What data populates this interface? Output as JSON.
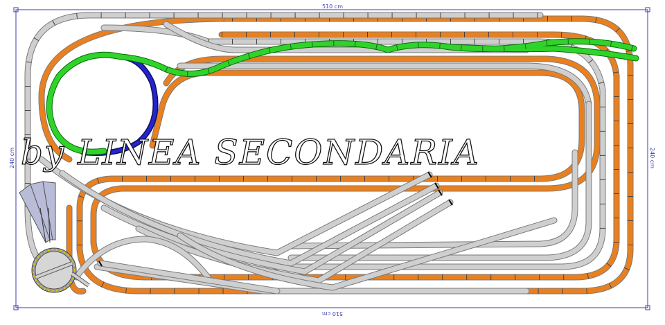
{
  "dimensions": {
    "width_top": "510 cm",
    "width_bottom": "510 cm",
    "height_left": "240 cm",
    "height_right": "240 cm"
  },
  "watermark": "by LINEA SECONDARIA",
  "colors": {
    "main_line": "#e9801f",
    "station_track": "#cfcfcf",
    "branch_line": "#2fd42a",
    "helix": "#2424d0",
    "boundary": "#3b3bb0",
    "turntable": "#9c9c9c",
    "engine_shed": "#b8bcd8"
  }
}
